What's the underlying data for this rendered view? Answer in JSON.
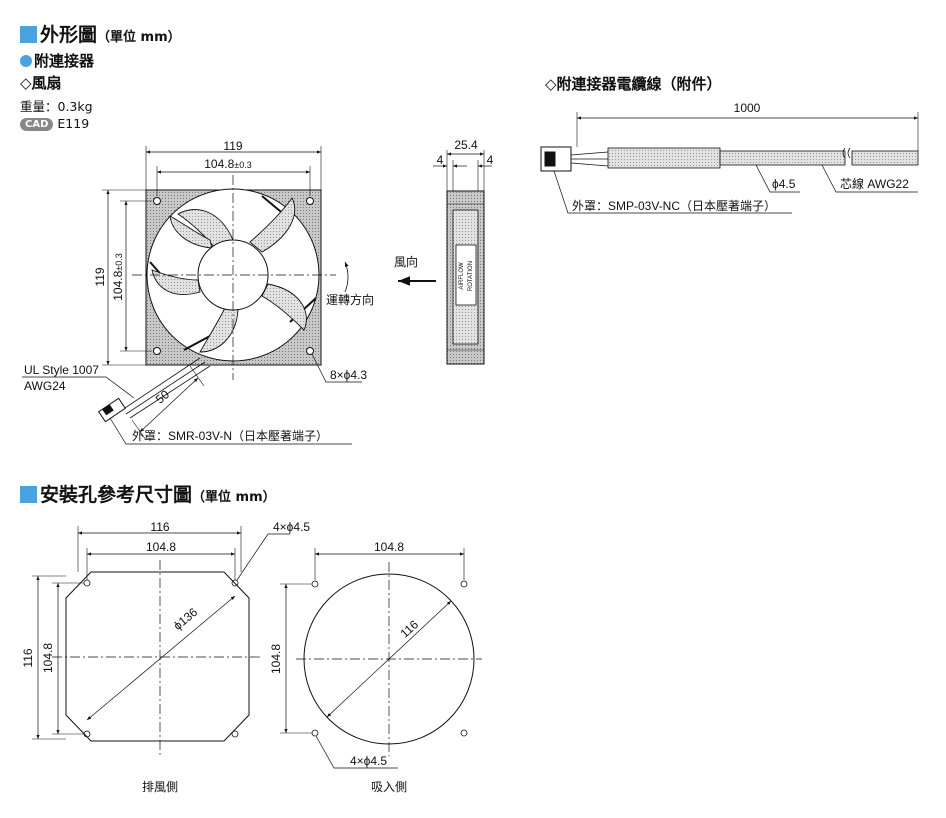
{
  "header": {
    "outline_title": "外形圖",
    "outline_unit": "（單位 mm）",
    "accessory": "附連接器",
    "fan_label": "◇風扇",
    "weight": "重量：0.3kg",
    "cad_badge": "CAD",
    "cad_code": "E119",
    "cable_title": "◇附連接器電纜線（附件）"
  },
  "fan_drawing": {
    "width_outer": "119",
    "width_pitch": "104.8",
    "width_tol": "±0.3",
    "height_outer": "119",
    "height_pitch": "104.8",
    "height_tol": "±0.3",
    "rotation_label": "運轉方向",
    "airflow_label": "風向",
    "holes_label": "8×ϕ4.3",
    "ul_style": "UL Style 1007",
    "awg": "AWG24",
    "lead_length": "50",
    "housing": "外罩：SMR-03V-N（日本壓著端子）"
  },
  "side_view": {
    "depth": "25.4",
    "flange_left": "4",
    "flange_right": "4",
    "marking_airflow": "AIRFLOW",
    "marking_rotation": "ROTATION"
  },
  "cable": {
    "length": "1000",
    "diameter": "ϕ4.5",
    "core": "芯線  AWG22",
    "housing": "外罩：SMP-03V-NC（日本壓著端子）"
  },
  "mounting": {
    "title": "安裝孔參考尺寸圖",
    "unit": "（單位 mm）",
    "exhaust": {
      "width_outer": "116",
      "width_pitch": "104.8",
      "height_outer": "116",
      "height_pitch": "104.8",
      "diameter": "ϕ136",
      "holes": "4×ϕ4.5",
      "side_label": "排風側"
    },
    "intake": {
      "width_pitch": "104.8",
      "height_pitch": "104.8",
      "diameter": "116",
      "holes": "4×ϕ4.5",
      "side_label": "吸入側"
    }
  }
}
